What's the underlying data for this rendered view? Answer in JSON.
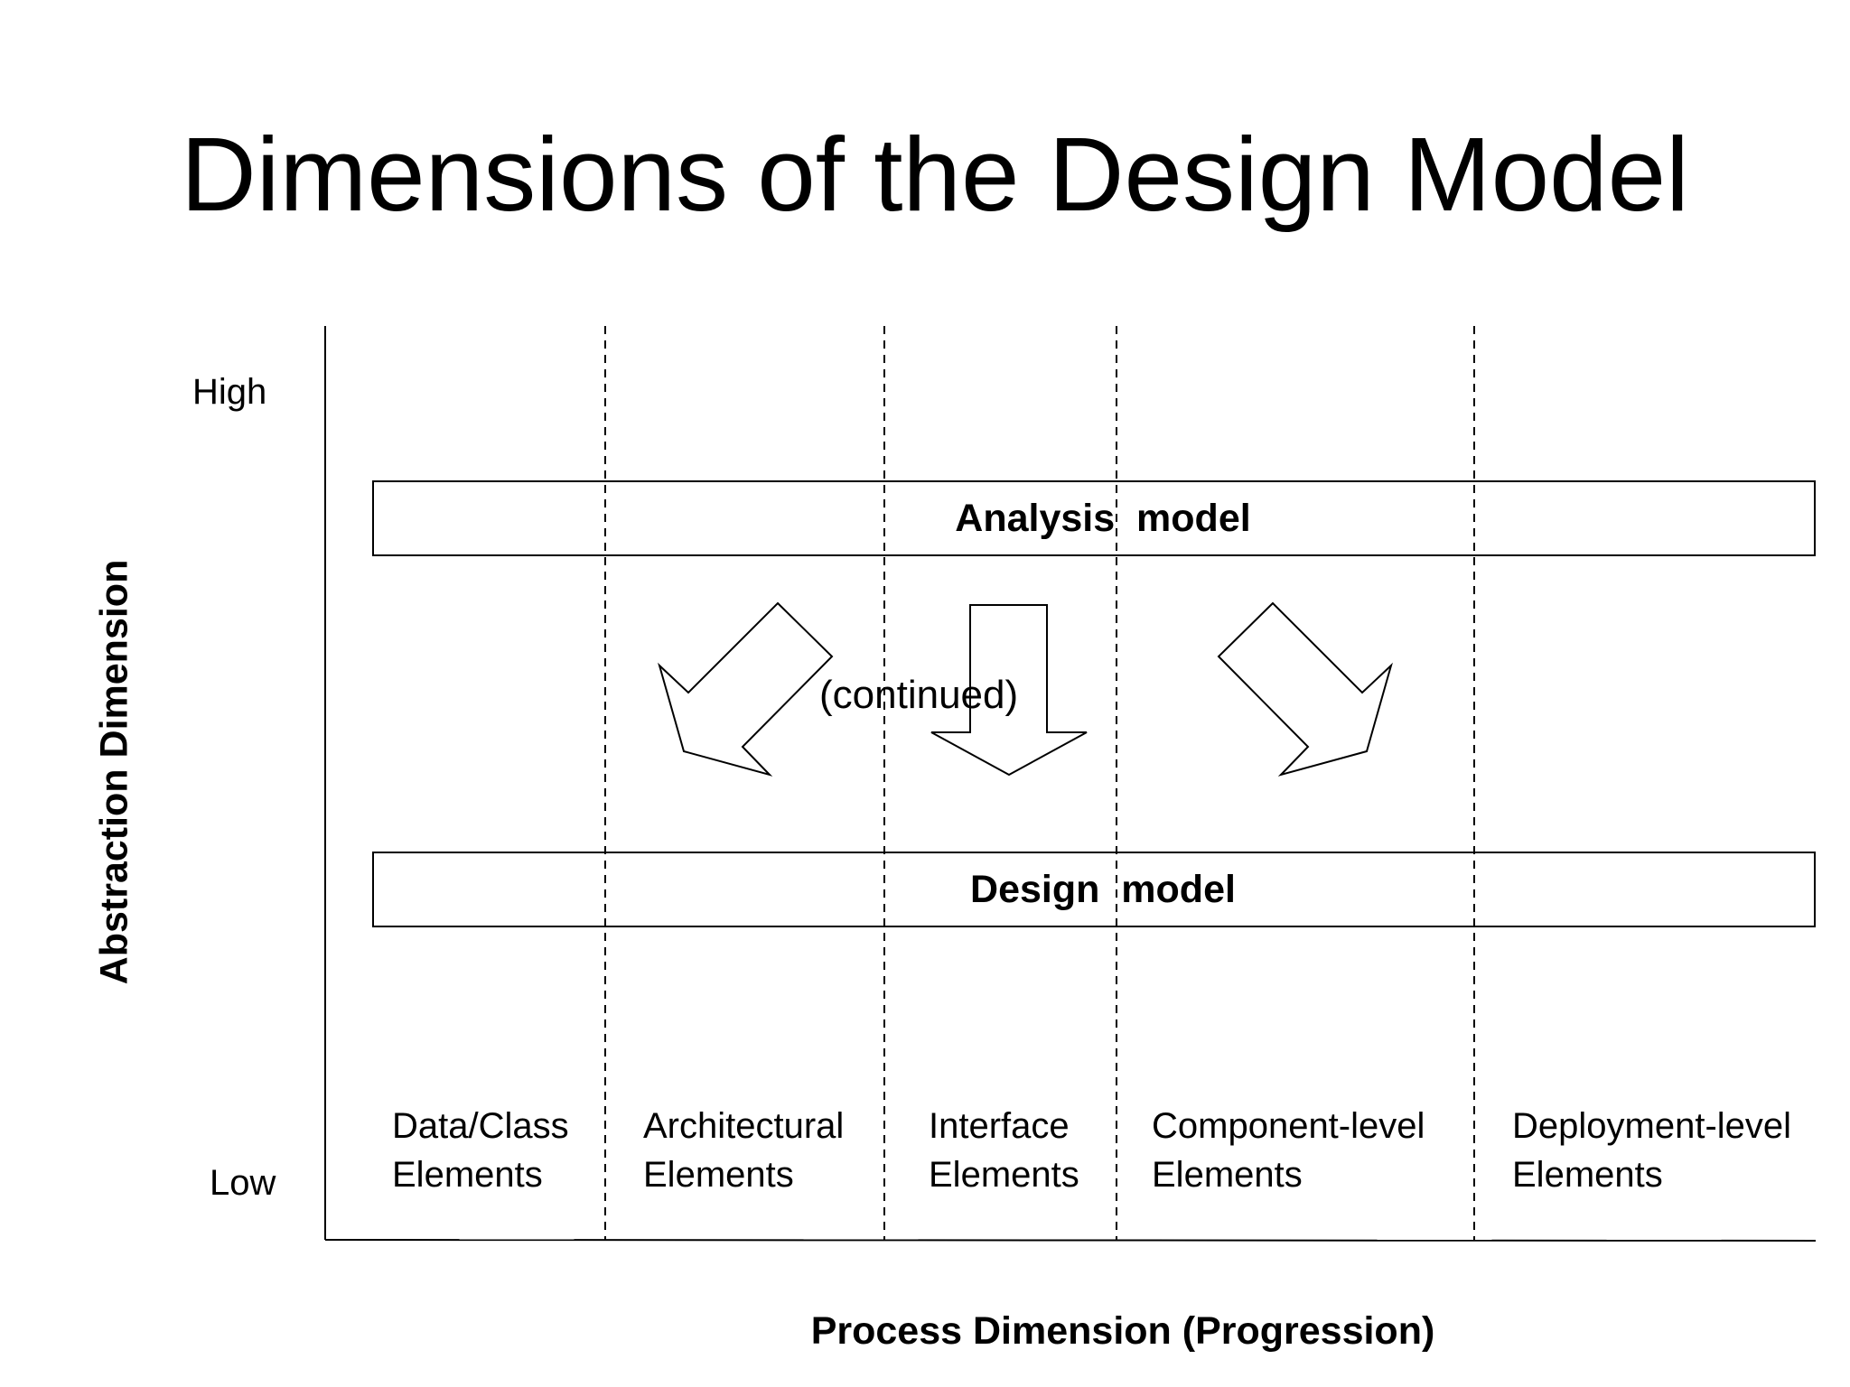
{
  "title": "Dimensions of the Design Model",
  "y_axis": {
    "label": "Abstraction Dimension",
    "high": "High",
    "low": "Low"
  },
  "x_axis": {
    "label": "Process Dimension (Progression)"
  },
  "bands": {
    "analysis": "Analysis  model",
    "design": "Design  model"
  },
  "arrows_note": "(continued)",
  "columns": [
    {
      "line1": "Data/Class",
      "line2": "Elements"
    },
    {
      "line1": "Architectural",
      "line2": "Elements"
    },
    {
      "line1": "Interface",
      "line2": "Elements"
    },
    {
      "line1": "Component-level",
      "line2": "Elements"
    },
    {
      "line1": "Deployment-level",
      "line2": "Elements"
    }
  ]
}
